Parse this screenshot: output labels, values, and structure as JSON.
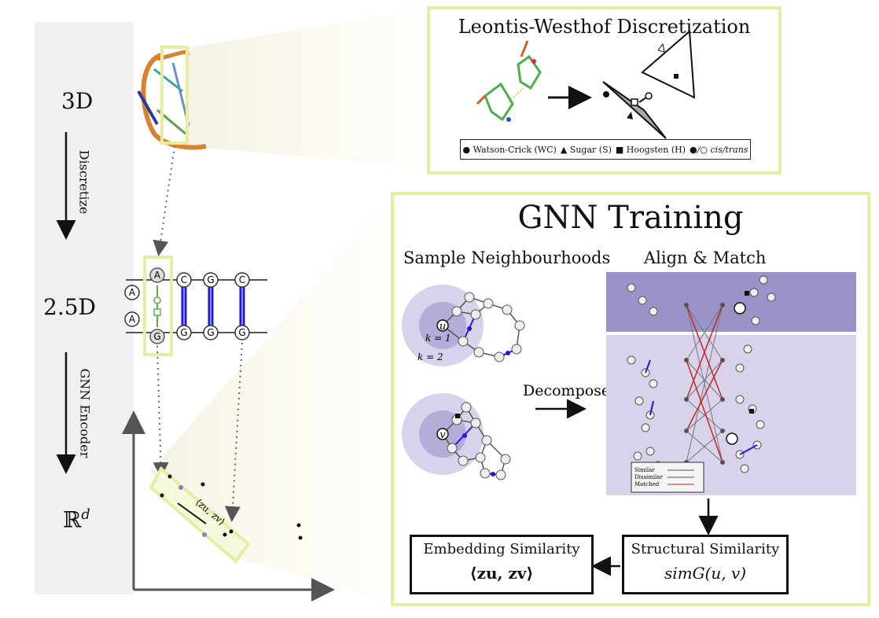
{
  "levels": {
    "three_d": "3D",
    "two_five_d": "2.5D",
    "rd": "ℝ",
    "rd_sup": "d"
  },
  "arrows": {
    "discretize": "Discretize",
    "gnn_encoder": "GNN Encoder"
  },
  "lw_panel": {
    "title": "Leontis-Westhof Discretization",
    "legend": [
      "● Watson-Crick (WC)",
      "▲ Sugar (S)",
      "■ Hoogsten (H)",
      "●/○ cis/trans"
    ]
  },
  "secondary_structure": {
    "left_nodes": [
      "A",
      "A"
    ],
    "highlighted_nodes": [
      "A",
      "G"
    ],
    "right_nodes": [
      "C",
      "G",
      "C",
      "G",
      "G",
      "G"
    ]
  },
  "embedding": {
    "bracket_label": "⟨zu, zv⟩"
  },
  "gnn_panel": {
    "title": "GNN Training",
    "sample_label": "Sample Neighbourhoods",
    "align_label": "Align & Match",
    "decompose_label": "Decompose",
    "node_u": "u",
    "node_v": "v",
    "k1": "k = 1",
    "k2": "k = 2",
    "legend": [
      "Similar",
      "Dissimilar",
      "Matched"
    ],
    "structural_title": "Structural Similarity",
    "structural_formula": "simG(u, v)",
    "embedding_title": "Embedding Similarity",
    "embedding_formula": "⟨zu, zv⟩"
  },
  "colors": {
    "highlight": "#e6eca0",
    "pair_blue": "#1a1ae0",
    "matched_red": "#c0282a",
    "purple_dark": "#9b92c8",
    "purple_light": "#d8d2ea"
  }
}
